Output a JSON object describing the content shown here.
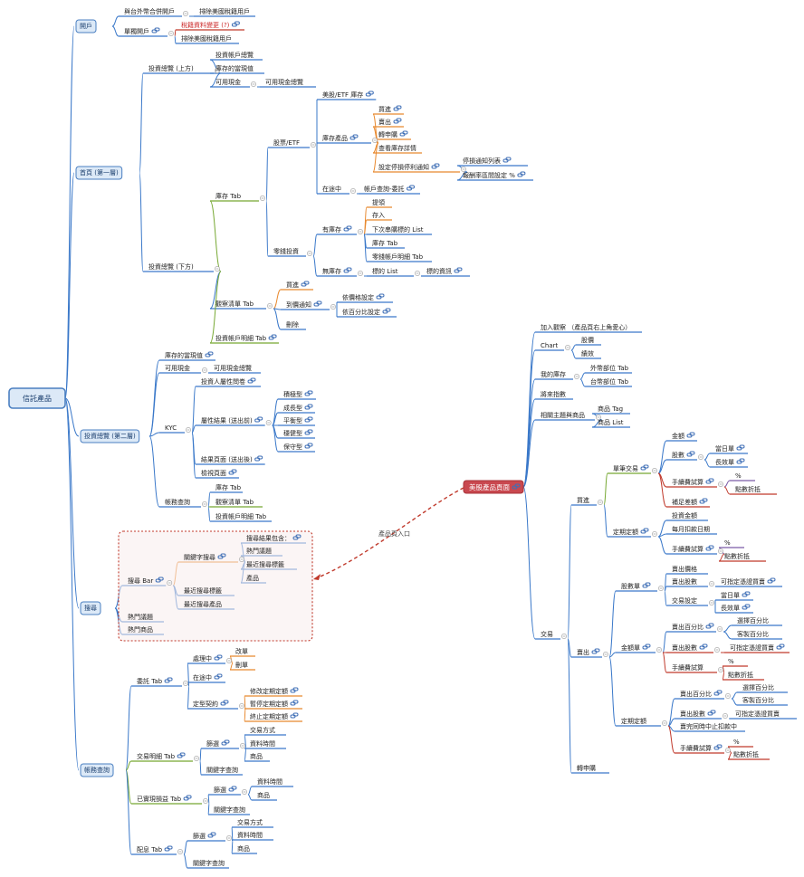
{
  "colors": {
    "blue": "#3a78c9",
    "orange": "#e8892f",
    "green": "#76a832",
    "red": "#c0392b",
    "purple": "#7b5aa6",
    "grey": "#9e9e9e",
    "node_fill": "#dce9f7",
    "node_border": "#4a7fc1",
    "us_fill": "#c9484f",
    "link_icon": "#3f6fb6"
  },
  "root": {
    "label": "信託產品",
    "children": [
      {
        "label": "開戶",
        "children": [
          {
            "label": "與台外幣合併開戶",
            "children": [
              {
                "label": "排除美國稅籍用戶"
              }
            ]
          },
          {
            "label": "單獨開戶",
            "link": true,
            "children": [
              {
                "label": "稅籍資料變更 (?)",
                "link": true,
                "red": true
              },
              {
                "label": "排除美國稅籍用戶"
              }
            ]
          }
        ]
      },
      {
        "label": "首頁 (第一層)",
        "children": [
          {
            "label": "投資總覽 (上方)",
            "children": [
              {
                "label": "投資帳戶總覽"
              },
              {
                "label": "庫存的當現值"
              },
              {
                "label": "可用現金",
                "children": [
                  {
                    "label": "可用現金總覽"
                  }
                ]
              }
            ]
          },
          {
            "label": "投資總覽 (下方)",
            "children": [
              {
                "label": "庫存 Tab",
                "children": [
                  {
                    "label": "股票/ETF",
                    "children": [
                      {
                        "label": "美股/ETF 庫存",
                        "link": true
                      },
                      {
                        "label": "庫存產品",
                        "link": true,
                        "children": [
                          {
                            "label": "買進",
                            "link": true
                          },
                          {
                            "label": "賣出",
                            "link": true
                          },
                          {
                            "label": "轉申購",
                            "link": true
                          },
                          {
                            "label": "查看庫存詳情"
                          },
                          {
                            "label": "設定停損停利通知",
                            "link": true,
                            "children": [
                              {
                                "label": "停損通知列表",
                                "link": true
                              },
                              {
                                "label": "報酬率區間設定 %",
                                "link": true
                              }
                            ]
                          }
                        ]
                      },
                      {
                        "label": "在途中",
                        "children": [
                          {
                            "label": "帳戶查詢-委託",
                            "link": true
                          }
                        ]
                      }
                    ]
                  },
                  {
                    "label": "零錢投資",
                    "children": [
                      {
                        "label": "有庫存",
                        "link": true,
                        "children": [
                          {
                            "label": "提領"
                          },
                          {
                            "label": "存入"
                          },
                          {
                            "label": "下次串購標的 List"
                          },
                          {
                            "label": "庫存 Tab"
                          },
                          {
                            "label": "零錢帳戶明細 Tab"
                          }
                        ]
                      },
                      {
                        "label": "無庫存",
                        "link": true,
                        "children": [
                          {
                            "label": "標的 List",
                            "children": [
                              {
                                "label": "標的資訊",
                                "link": true
                              }
                            ]
                          }
                        ]
                      }
                    ]
                  }
                ]
              },
              {
                "label": "觀察清單 Tab",
                "children": [
                  {
                    "label": "買進",
                    "link": true
                  },
                  {
                    "label": "到價通知",
                    "link": true,
                    "children": [
                      {
                        "label": "依價格設定",
                        "link": true
                      },
                      {
                        "label": "依百分比設定",
                        "link": true
                      }
                    ]
                  },
                  {
                    "label": "刪除"
                  }
                ]
              },
              {
                "label": "投資帳戶明細 Tab",
                "link": true
              }
            ]
          }
        ]
      },
      {
        "label": "投資總覽 (第二層)",
        "children": [
          {
            "label": "庫存的當現值",
            "link": true
          },
          {
            "label": "可用現金",
            "children": [
              {
                "label": "可用現金總覽"
              }
            ]
          },
          {
            "label": "KYC",
            "children": [
              {
                "label": "投資人屬性問卷",
                "link": true
              },
              {
                "label": "屬性結果 (送出前)",
                "link": true,
                "children": [
                  {
                    "label": "積極型",
                    "link": true
                  },
                  {
                    "label": "成長型",
                    "link": true
                  },
                  {
                    "label": "平衡型",
                    "link": true
                  },
                  {
                    "label": "穩健型",
                    "link": true
                  },
                  {
                    "label": "保守型",
                    "link": true
                  }
                ]
              },
              {
                "label": "結果頁面 (送出後)",
                "link": true
              },
              {
                "label": "檢視頁面",
                "link": true
              }
            ]
          },
          {
            "label": "帳務查詢",
            "children": [
              {
                "label": "庫存 Tab"
              },
              {
                "label": "觀察清單 Tab"
              },
              {
                "label": "投資帳戶明細 Tab"
              }
            ]
          }
        ]
      },
      {
        "label": "搜尋",
        "children": [
          {
            "label": "搜尋 Bar",
            "link": true,
            "children": [
              {
                "label": "關鍵字搜尋",
                "link": true,
                "children": [
                  {
                    "label": "搜尋結果包含：",
                    "link": true
                  },
                  {
                    "label": "熱門議題"
                  },
                  {
                    "label": "最近搜尋標籤"
                  },
                  {
                    "label": "產品"
                  }
                ]
              },
              {
                "label": "最近搜尋標籤"
              },
              {
                "label": "最近搜尋產品"
              }
            ]
          },
          {
            "label": "熱門議題"
          },
          {
            "label": "熱門商品"
          }
        ]
      },
      {
        "label": "帳務查詢",
        "children": [
          {
            "label": "委託 Tab",
            "link": true,
            "children": [
              {
                "label": "處理中",
                "link": true,
                "children": [
                  {
                    "label": "改單"
                  },
                  {
                    "label": "刪單"
                  }
                ]
              },
              {
                "label": "在途中",
                "link": true
              },
              {
                "label": "定型契約",
                "link": true,
                "children": [
                  {
                    "label": "修改定期定額",
                    "link": true
                  },
                  {
                    "label": "暫停定期定額",
                    "link": true
                  },
                  {
                    "label": "終止定期定額",
                    "link": true
                  }
                ]
              }
            ]
          },
          {
            "label": "交易明細 Tab",
            "link": true,
            "children": [
              {
                "label": "篩選",
                "link": true,
                "children": [
                  {
                    "label": "交易方式"
                  },
                  {
                    "label": "資料時間"
                  },
                  {
                    "label": "商品"
                  }
                ]
              },
              {
                "label": "關鍵字查詢"
              }
            ]
          },
          {
            "label": "已實現損益 Tab",
            "link": true,
            "children": [
              {
                "label": "篩選",
                "link": true,
                "children": [
                  {
                    "label": "資料時間"
                  },
                  {
                    "label": "商品"
                  }
                ]
              },
              {
                "label": "關鍵字查詢"
              }
            ]
          },
          {
            "label": "配息 Tab",
            "link": true,
            "children": [
              {
                "label": "篩選",
                "link": true,
                "children": [
                  {
                    "label": "交易方式"
                  },
                  {
                    "label": "資料時間"
                  },
                  {
                    "label": "商品"
                  }
                ]
              },
              {
                "label": "關鍵字查詢"
              }
            ]
          }
        ]
      }
    ]
  },
  "us_product": {
    "label": "美股產品頁面",
    "children": [
      {
        "label": "加入觀察 （產品頁右上角愛心）"
      },
      {
        "label": "Chart",
        "children": [
          {
            "label": "股價"
          },
          {
            "label": "績效"
          }
        ]
      },
      {
        "label": "我的庫存",
        "children": [
          {
            "label": "外幣部位 Tab"
          },
          {
            "label": "台幣部位 Tab"
          }
        ]
      },
      {
        "label": "將來指數"
      },
      {
        "label": "相關主題與商品",
        "children": [
          {
            "label": "商品 Tag"
          },
          {
            "label": "商品 List"
          }
        ]
      },
      {
        "label": "交易",
        "children": [
          {
            "label": "買進",
            "children": [
              {
                "label": "單筆交易",
                "link": true,
                "children": [
                  {
                    "label": "金額",
                    "link": true
                  },
                  {
                    "label": "股數",
                    "link": true,
                    "children": [
                      {
                        "label": "當日單",
                        "link": true
                      },
                      {
                        "label": "長效單",
                        "link": true
                      }
                    ]
                  },
                  {
                    "label": "手續費試算",
                    "link": true,
                    "children": [
                      {
                        "label": "%"
                      },
                      {
                        "label": "點數折抵"
                      }
                    ]
                  },
                  {
                    "label": "補足差額",
                    "link": true
                  }
                ]
              },
              {
                "label": "定期定額",
                "link": true,
                "children": [
                  {
                    "label": "投資金額"
                  },
                  {
                    "label": "每月扣款日期"
                  },
                  {
                    "label": "手續費試算",
                    "link": true,
                    "children": [
                      {
                        "label": "%"
                      },
                      {
                        "label": "點數折抵"
                      }
                    ]
                  }
                ]
              }
            ]
          },
          {
            "label": "賣出",
            "link": true,
            "children": [
              {
                "label": "股數單",
                "link": true,
                "children": [
                  {
                    "label": "賣出價格"
                  },
                  {
                    "label": "賣出股數",
                    "children": [
                      {
                        "label": "可指定憑證買賣",
                        "link": true
                      }
                    ]
                  },
                  {
                    "label": "交易設定",
                    "children": [
                      {
                        "label": "當日單",
                        "link": true
                      },
                      {
                        "label": "長效單",
                        "link": true
                      }
                    ]
                  }
                ]
              },
              {
                "label": "金額單",
                "link": true,
                "children": [
                  {
                    "label": "賣出百分比",
                    "link": true,
                    "children": [
                      {
                        "label": "選擇百分比"
                      },
                      {
                        "label": "客製百分比"
                      }
                    ]
                  },
                  {
                    "label": "賣出股數",
                    "link": true,
                    "children": [
                      {
                        "label": "可指定憑證買賣",
                        "link": true
                      }
                    ]
                  },
                  {
                    "label": "手續費試算",
                    "children": [
                      {
                        "label": "%"
                      },
                      {
                        "label": "點數折抵"
                      }
                    ]
                  }
                ]
              },
              {
                "label": "定期定額",
                "children": [
                  {
                    "label": "賣出百分比",
                    "link": true,
                    "children": [
                      {
                        "label": "選擇百分比"
                      },
                      {
                        "label": "客製百分比"
                      }
                    ]
                  },
                  {
                    "label": "賣出股數",
                    "link": true,
                    "children": [
                      {
                        "label": "可指定憑證買賣"
                      }
                    ]
                  },
                  {
                    "label": "賣完同時中止扣款中"
                  },
                  {
                    "label": "手續費試算",
                    "link": true,
                    "children": [
                      {
                        "label": "%"
                      },
                      {
                        "label": "點數折抵"
                      }
                    ]
                  }
                ]
              }
            ]
          },
          {
            "label": "轉申購"
          }
        ]
      }
    ]
  },
  "relation": {
    "label": "產品頁入口"
  }
}
